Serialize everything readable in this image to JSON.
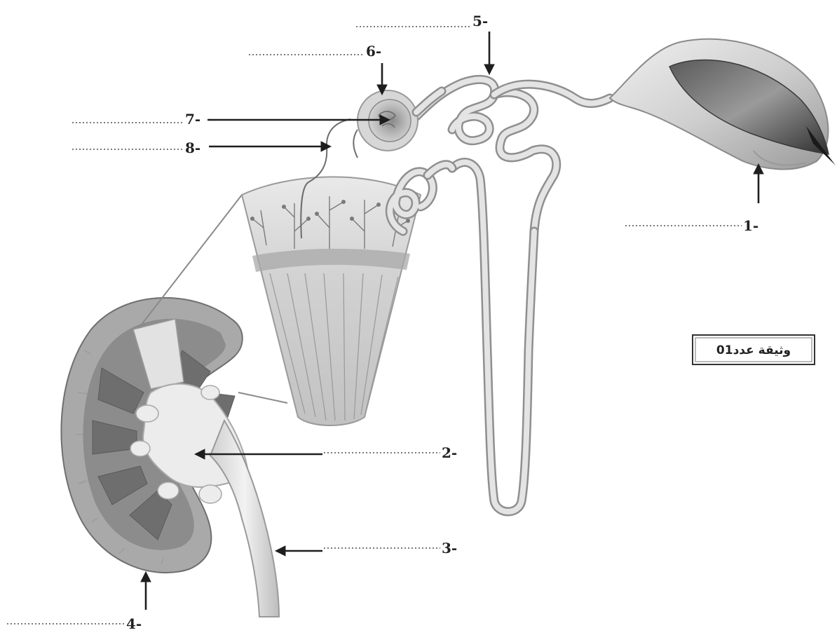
{
  "figure": {
    "document_label": "وثيقة عدد01",
    "labels": [
      {
        "id": "1",
        "text": "1-"
      },
      {
        "id": "2",
        "text": "2-"
      },
      {
        "id": "3",
        "text": "3-"
      },
      {
        "id": "4",
        "text": "4-"
      },
      {
        "id": "5",
        "text": "5-"
      },
      {
        "id": "6",
        "text": "6-"
      },
      {
        "id": "7",
        "text": "7-"
      },
      {
        "id": "8",
        "text": "8-"
      }
    ]
  },
  "colors": {
    "ink": "#1e1e1e",
    "tissue_light": "#e6e6e6",
    "tissue_mid": "#b5b5b5",
    "tissue_dark": "#7d7d7d"
  }
}
